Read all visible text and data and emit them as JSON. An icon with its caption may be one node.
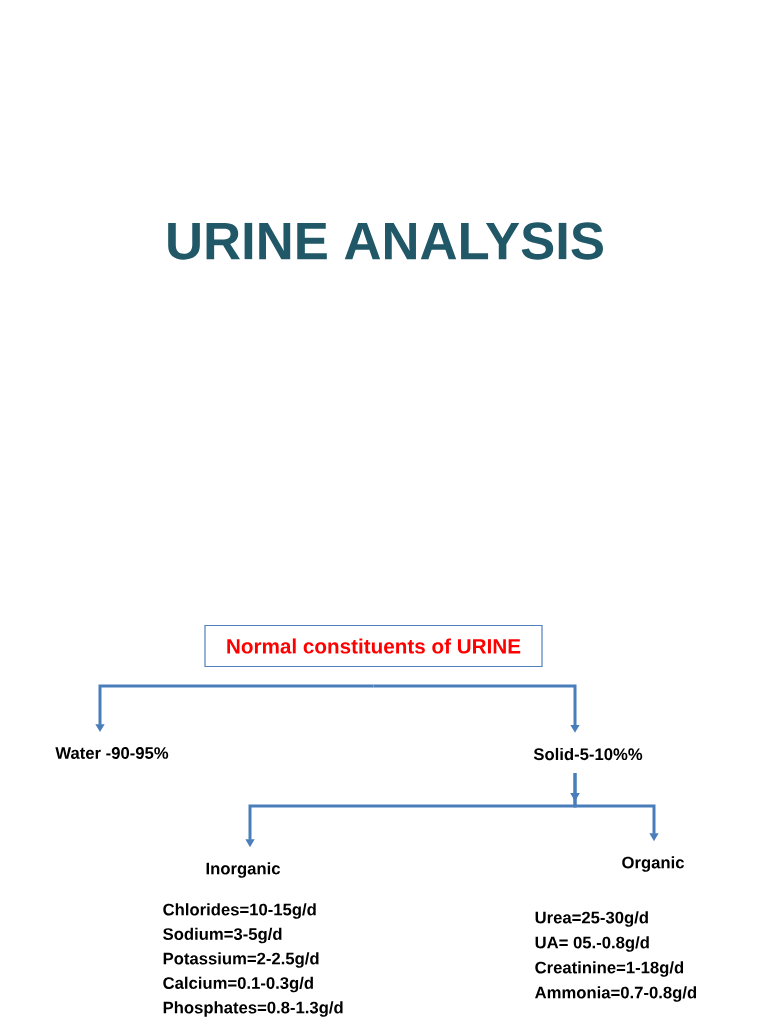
{
  "diagram": {
    "title": "URINE ANALYSIS",
    "nodes": [
      {
        "text": [
          "Normal constituents of URINE"
        ]
      },
      {
        "text": [
          "Water -90-95%"
        ]
      },
      {
        "text": [
          "Solid-5-10%%"
        ]
      },
      {
        "text": [
          "Inorganic"
        ],
        "beside": [
          "Chlorides=10-15g/d",
          "Sodium=3-5g/d",
          "Potassium=2-2.5g/d",
          "Calcium=0.1-0.3g/d",
          "Phosphates=0.8-1.3g/d"
        ]
      },
      {
        "text": [
          "Organic"
        ],
        "beside": [
          "Urea=25-30g/d",
          "UA= 05.-0.8g/d",
          "Creatinine=1-18g/d",
          "Ammonia=0.7-0.8g/d"
        ]
      }
    ],
    "edges": [
      {
        "from": 0,
        "to": 1,
        "arrow": "to"
      },
      {
        "from": 0,
        "to": 2,
        "arrow": "to"
      },
      {
        "from": 2,
        "to": 3,
        "arrow": "to"
      },
      {
        "from": 2,
        "to": 4,
        "arrow": "to"
      }
    ]
  }
}
